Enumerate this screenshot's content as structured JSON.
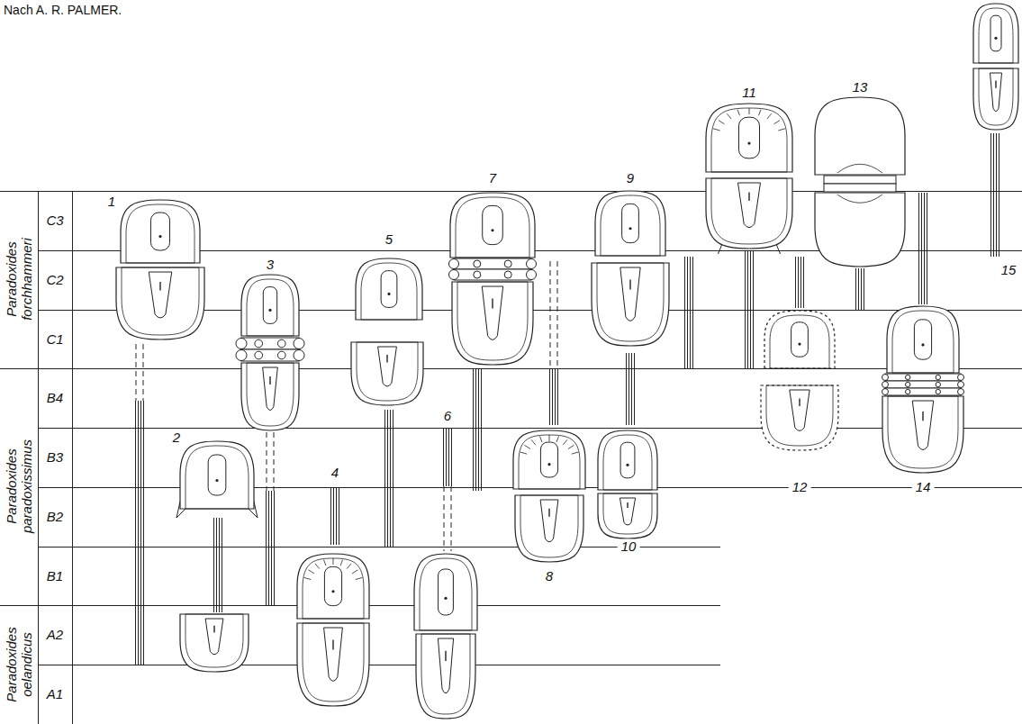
{
  "diagram": {
    "labels": [
      "Nach A. R. PALMER.",
      "Paradoxides forchhammeri",
      "Paradoxides paradoxissimus",
      "Paradoxides oelandicus",
      "C3",
      "C2",
      "C1",
      "B4",
      "B3",
      "B2",
      "B1",
      "A2",
      "A1",
      "1",
      "2",
      "3",
      "4",
      "5",
      "6",
      "7",
      "8",
      "9",
      "10",
      "11",
      "12",
      "13",
      "14",
      "15"
    ]
  }
}
